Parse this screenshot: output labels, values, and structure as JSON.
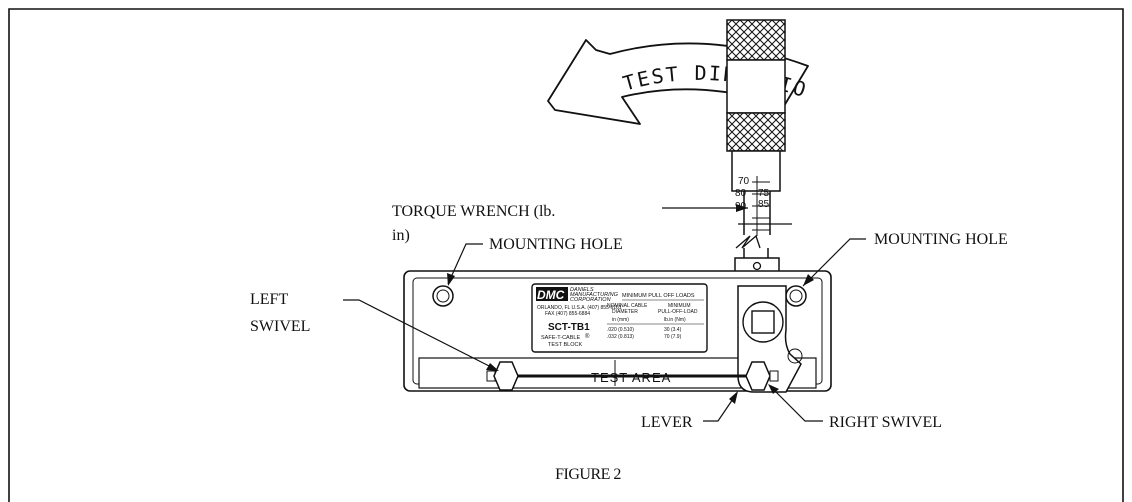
{
  "figure": {
    "caption": "FIGURE 2",
    "arrow_text": "TEST DIRECTION"
  },
  "labels": {
    "torque_wrench_line1": "TORQUE WRENCH (lb.",
    "torque_wrench_line2": "in)",
    "mounting_hole_left": "MOUNTING HOLE",
    "mounting_hole_right": "MOUNTING HOLE",
    "left_swivel_line1": "LEFT",
    "left_swivel_line2": "SWIVEL",
    "lever": "LEVER",
    "right_swivel": "RIGHT SWIVEL",
    "test_area": "TEST AREA"
  },
  "wrench_scale": {
    "ticks": [
      "70",
      "75",
      "80",
      "85",
      "90"
    ]
  },
  "nameplate": {
    "logo": "DMC",
    "company": [
      "DANIELS",
      "MANUFACTURING",
      "CORPORATION"
    ],
    "address": "ORLANDO, FL U.S.A. (407) 855-6161",
    "fax": "FAX (407) 855-6884",
    "model": "SCT-TB1",
    "product": "SAFE-T-CABLE",
    "registered": "®",
    "product_sub": "TEST BLOCK",
    "table_title": "MINIMUM PULL OFF LOADS",
    "col1_head1": "NOMINAL CABLE",
    "col1_head2": "DIAMETER",
    "col1_unit": "in (mm)",
    "col2_head1": "MINIMUM",
    "col2_head2": "PULL-OFF-LOAD",
    "col2_unit": "lb.in (Nm)",
    "rows": [
      {
        "diameter": ".020 (0.510)",
        "load": "30 (3.4)"
      },
      {
        "diameter": ".032 (0.813)",
        "load": "70 (7.9)"
      }
    ]
  }
}
